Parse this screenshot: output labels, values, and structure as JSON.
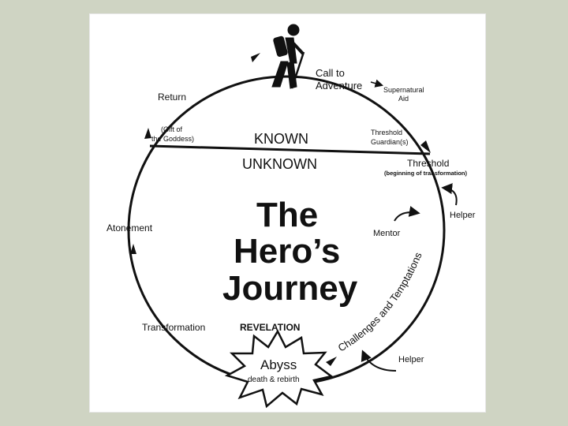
{
  "diagram": {
    "title_line1": "The",
    "title_line2": "Hero’s",
    "title_line3": "Journey",
    "known": "KNOWN",
    "unknown": "UNKNOWN",
    "call_line1": "Call to",
    "call_line2": "Adventure",
    "supernatural_line1": "Supernatural",
    "supernatural_line2": "Aid",
    "guardians_line1": "Threshold",
    "guardians_line2": "Guardian(s)",
    "threshold": "Threshold",
    "threshold_sub": "(beginning of transformation)",
    "helper_top": "Helper",
    "mentor": "Mentor",
    "challenges": "Challenges and Temptations",
    "helper_bottom": "Helper",
    "abyss": "Abyss",
    "abyss_sub": "death & rebirth",
    "revelation": "REVELATION",
    "transformation": "Transformation",
    "atonement": "Atonement",
    "gift_line1": "(Gift of",
    "gift_line2": "the Goddess)",
    "return": "Return",
    "icons": {
      "hiker": "hiker-icon",
      "abyss": "starburst-icon"
    },
    "colors": {
      "background": "#cfd4c3",
      "paper": "#ffffff",
      "ink": "#111111"
    }
  }
}
